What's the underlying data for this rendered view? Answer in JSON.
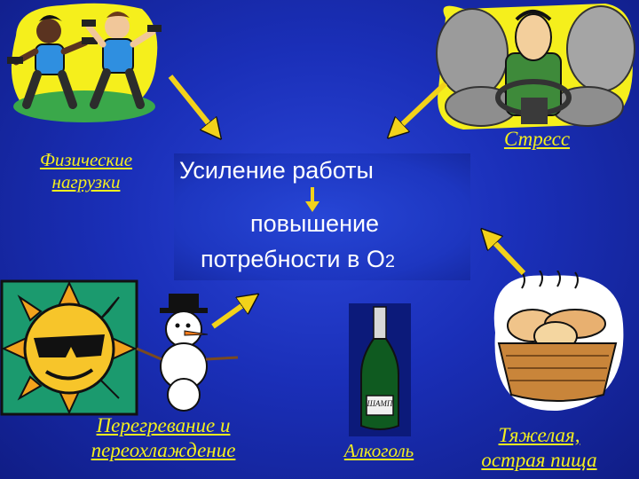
{
  "center": {
    "line1": "Усиление работы",
    "line2": "повышение",
    "line3": "потребности в О",
    "subscript": "2"
  },
  "labels": {
    "physical_line1": "Физические",
    "physical_line2": "нагрузки",
    "stress": "Стресс",
    "temperature_line1": "Перегревание и",
    "temperature_line2": "переохлаждение",
    "alcohol": "Алкоголь",
    "food_line1": "Тяжелая,",
    "food_line2": "острая пища"
  },
  "bottle_label": "ШАМП",
  "colors": {
    "background": "#1a2fb8",
    "label_text": "#f2ee1f",
    "arrow": "#f2d21a",
    "center_text": "#ffffff"
  },
  "icons": [
    "exercise-illustration",
    "stress-driver-illustration",
    "sun-illustration",
    "snowman-illustration",
    "champagne-bottle-illustration",
    "bread-basket-illustration"
  ]
}
